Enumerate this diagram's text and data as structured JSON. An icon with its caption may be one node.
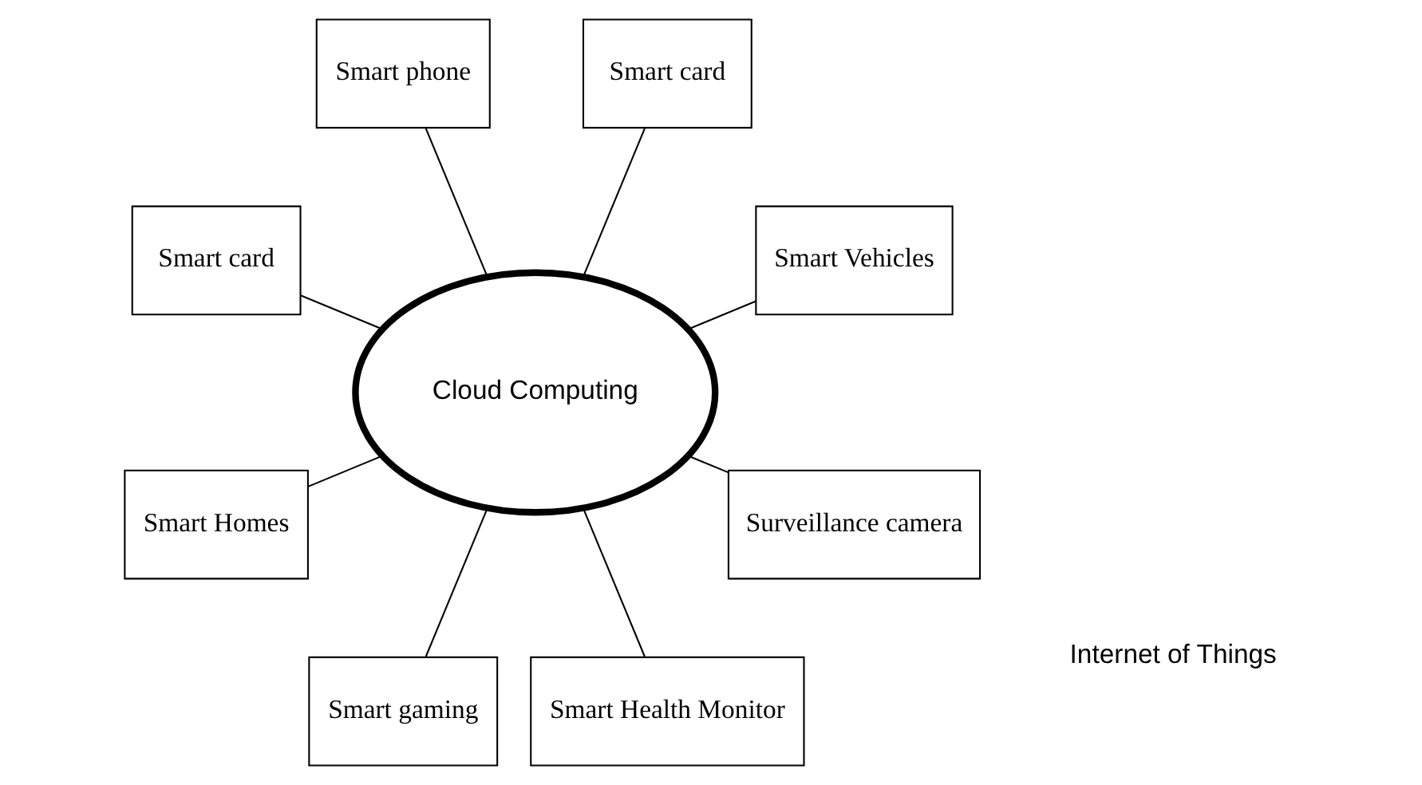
{
  "diagram": {
    "nodes": [
      {
        "text": [
          "Smart Vehicles"
        ]
      },
      {
        "text": [
          "Smart card"
        ]
      },
      {
        "text": [
          "Smart phone"
        ]
      },
      {
        "text": [
          "Smart card"
        ]
      },
      {
        "text": [
          "Smart Homes"
        ]
      },
      {
        "text": [
          "Cloud Computing"
        ]
      },
      {
        "text": [
          "Smart gaming"
        ]
      },
      {
        "text": [
          "Smart Health Monitor"
        ]
      },
      {
        "text": [
          "Surveillance camera"
        ]
      }
    ],
    "edges": [
      {
        "from": 0,
        "to": 5,
        "arrow": "none"
      },
      {
        "from": 1,
        "to": 5,
        "arrow": "none"
      },
      {
        "from": 2,
        "to": 5,
        "arrow": "none"
      },
      {
        "from": 3,
        "to": 5,
        "arrow": "none"
      },
      {
        "from": 4,
        "to": 5,
        "arrow": "none"
      },
      {
        "from": 6,
        "to": 5,
        "arrow": "none"
      },
      {
        "from": 7,
        "to": 5,
        "arrow": "none"
      },
      {
        "from": 8,
        "to": 5,
        "arrow": "none"
      }
    ],
    "labels": [
      "Internet of Things"
    ]
  }
}
